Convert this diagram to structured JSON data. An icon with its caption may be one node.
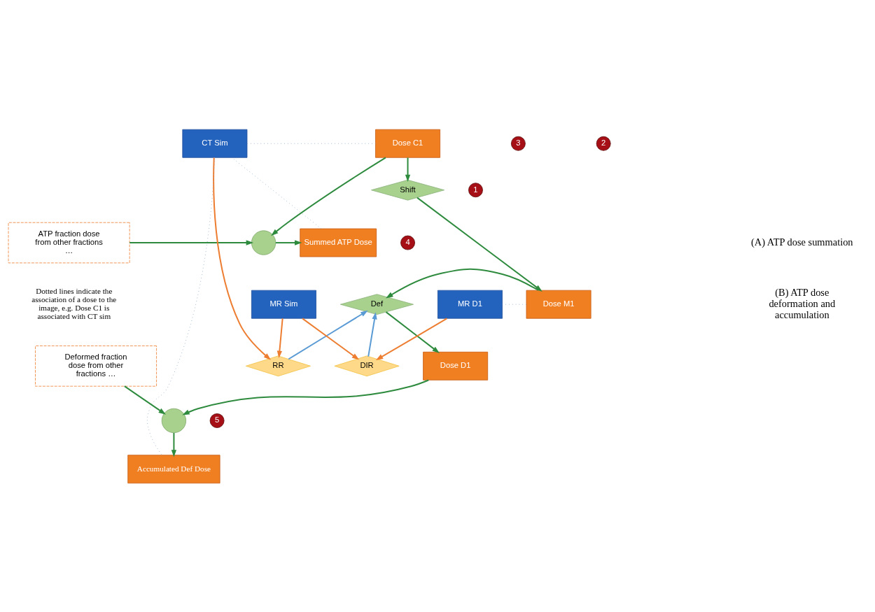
{
  "diagram": {
    "nodes": [
      {
        "text": [
          "Summed ATP Dose"
        ]
      },
      {
        "text": [],
        "shape": "circle"
      },
      {
        "text": [
          "ATP fraction dose from other fractions …"
        ]
      },
      {
        "text": [
          "CT Sim"
        ]
      },
      {
        "text": [
          "Dose C1"
        ]
      },
      {
        "text": [
          "Shift"
        ]
      },
      {
        "text": [
          "RR"
        ]
      },
      {
        "text": [
          "MR Sim"
        ]
      },
      {
        "text": [
          "Def"
        ]
      },
      {
        "text": [
          "Dose M1"
        ]
      },
      {
        "text": [
          "DIR"
        ]
      },
      {
        "text": [
          "Dose D1"
        ]
      },
      {
        "text": [
          "Deformed fraction dose from other fractions …"
        ]
      },
      {
        "text": [
          "MR D1"
        ]
      },
      {
        "text": [],
        "shape": "circle"
      },
      {
        "text": [
          "Accumulated Def Dose"
        ]
      }
    ],
    "edges": [
      {
        "from": 1,
        "to": 0,
        "arrow": "to"
      },
      {
        "from": 2,
        "to": 1,
        "arrow": "to"
      },
      {
        "from": 4,
        "to": 1,
        "arrow": "to"
      },
      {
        "from": 4,
        "to": 5,
        "arrow": "to"
      },
      {
        "from": 5,
        "to": 9,
        "arrow": "to"
      },
      {
        "from": 9,
        "to": 8,
        "arrow": "to"
      },
      {
        "from": 8,
        "to": 11,
        "arrow": "to"
      },
      {
        "from": 3,
        "to": 6,
        "arrow": "to",
        "color": "#ed7d31"
      },
      {
        "from": 7,
        "to": 6,
        "arrow": "to",
        "color": "#ed7d31"
      },
      {
        "from": 7,
        "to": 10,
        "arrow": "to",
        "color": "#ed7d31"
      },
      {
        "from": 13,
        "to": 10,
        "arrow": "to",
        "color": "#ed7d31"
      },
      {
        "from": 6,
        "to": 8,
        "arrow": "to",
        "color": "#5b9bd5"
      },
      {
        "from": 10,
        "to": 8,
        "arrow": "to",
        "color": "#5b9bd5"
      },
      {
        "from": 11,
        "to": 14,
        "arrow": "to"
      },
      {
        "from": 12,
        "to": 14,
        "arrow": "to"
      },
      {
        "from": 14,
        "to": 15,
        "arrow": "to"
      },
      {
        "from": 0,
        "to": 3,
        "arrow": "none",
        "style": "dashed",
        "color": "#8fa9c8"
      },
      {
        "from": 3,
        "to": 4,
        "arrow": "none",
        "style": "dashed",
        "color": "#8fa9c8"
      },
      {
        "from": 3,
        "to": 15,
        "arrow": "none",
        "style": "dashed",
        "color": "#8fa9c8"
      },
      {
        "from": 9,
        "to": 13,
        "arrow": "none",
        "style": "dashed",
        "color": "#8fa9c8"
      }
    ],
    "labels": [
      "(A) ATP dose summation",
      "(B) ATP dose deformation and accumulation",
      "Dotted lines indicate the association of a dose to the image, e.g. Dose C1 is associated with CT sim",
      "1",
      "2",
      "3",
      "4",
      "5"
    ]
  }
}
